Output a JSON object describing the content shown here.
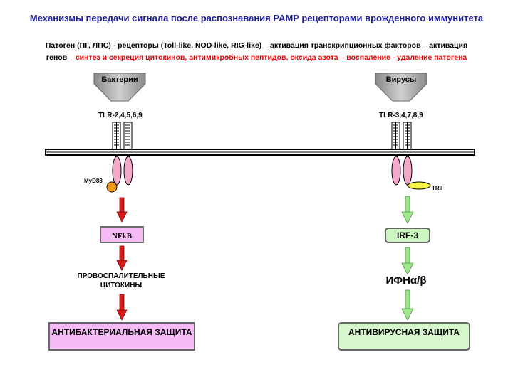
{
  "title": "Механизмы передачи сигнала после распознавания PAMP рецепторами врожденного иммунитета",
  "intro": {
    "black_part": "Патоген (ПГ, ЛПС)  - рецепторы (Toll-like, NOD-like, RIG-like) – активация транскрипционных факторов – активация",
    "line2_black": "генов – ",
    "line2_red": "синтез и секреция цитокинов, антимикробных пептидов, оксида азота – воспаление - удаление патогена"
  },
  "left": {
    "source": "Бактерии",
    "receptors": "TLR-2,4,5,6,9",
    "adaptor": "MyD88",
    "factor": "NFkB",
    "product": "ПРОВОСПАЛИТЕЛЬНЫЕ ЦИТОКИНЫ",
    "defense": "АНТИБАКТЕРИАЛЬНАЯ ЗАЩИТА"
  },
  "right": {
    "source": "Вирусы",
    "receptors": "TLR-3,4,7,8,9",
    "adaptor": "TRIF",
    "factor": "IRF-3",
    "product": "ИФНα/β",
    "defense": "АНТИВИРУСНАЯ ЗАЩИТА"
  },
  "colors": {
    "title": "#1f1f9a",
    "highlight_text": "#e00000",
    "left_arrows": "#d71a1a",
    "right_arrows": "#9be88a",
    "receptor": "#f2a9c8",
    "myd88": "#f19a1e",
    "trif": "#f5f24a"
  }
}
